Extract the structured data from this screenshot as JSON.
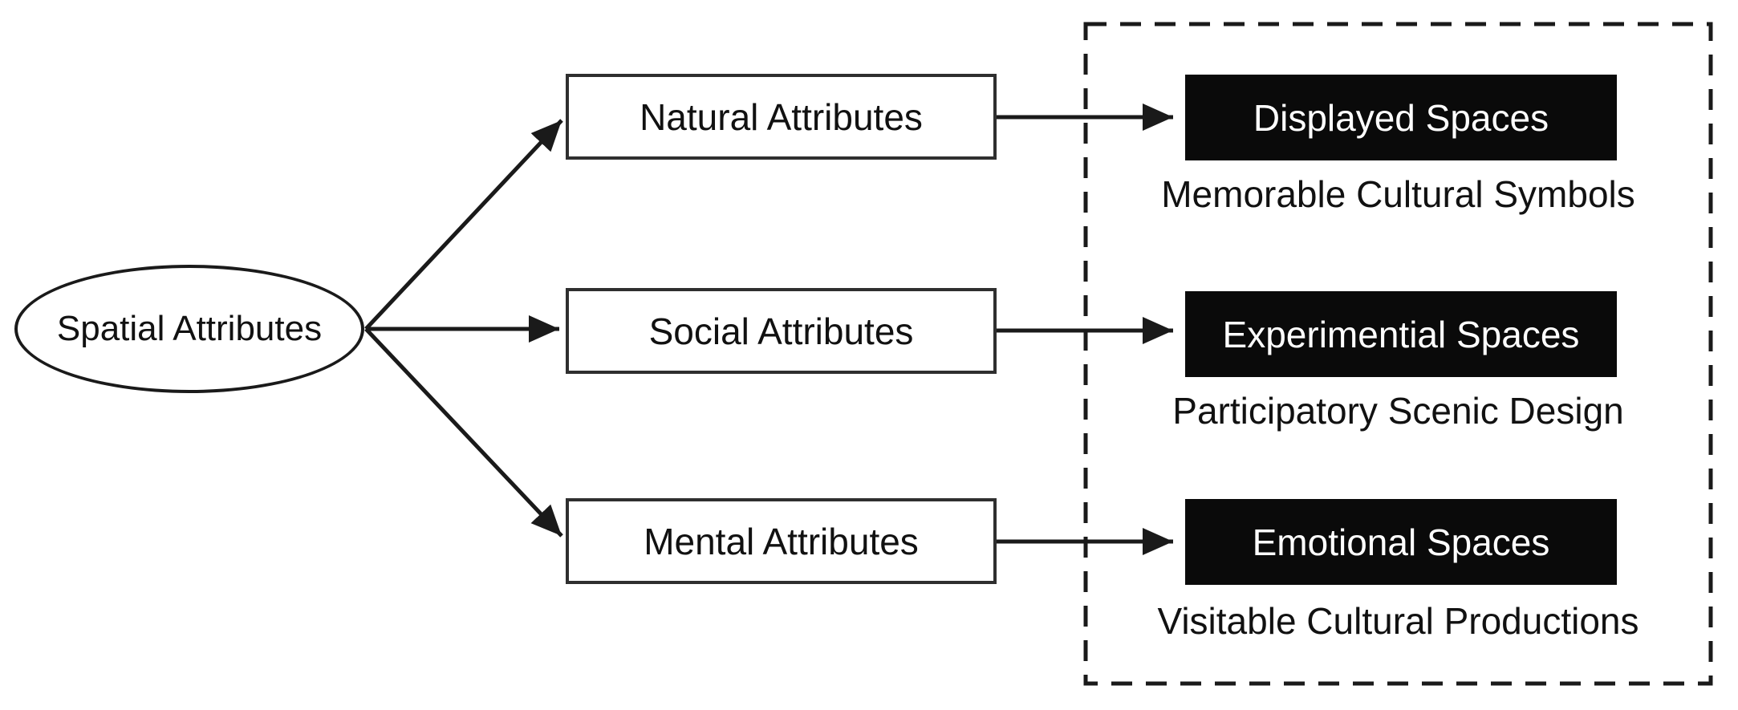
{
  "figure": {
    "root_node": {
      "label": "Spatial Attributes"
    },
    "branch_nodes": [
      {
        "label": "Natural Attributes"
      },
      {
        "label": "Social Attributes"
      },
      {
        "label": "Mental Attributes"
      }
    ],
    "result_group": {
      "nodes": [
        {
          "label": "Displayed Spaces",
          "caption": "Memorable Cultural Symbols"
        },
        {
          "label": "Experimential Spaces",
          "caption": "Participatory Scenic Design"
        },
        {
          "label": "Emotional Spaces",
          "caption": "Visitable Cultural Productions"
        }
      ]
    },
    "colors": {
      "background": "#ffffff",
      "line": "#1a1a1a",
      "result_node_fill": "#0a0a0a",
      "result_node_text": "#ffffff"
    }
  }
}
